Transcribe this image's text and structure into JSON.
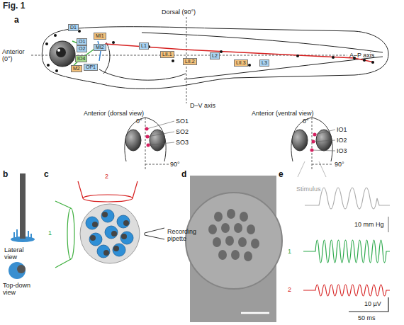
{
  "diagram": {
    "title": "Fig. 1",
    "nodes": [
      {
        "text": [
          "D1"
        ]
      },
      {
        "text": [
          "MI1"
        ]
      },
      {
        "text": [
          "O1"
        ]
      },
      {
        "text": [
          "O2"
        ]
      },
      {
        "text": [
          "MI2"
        ]
      },
      {
        "text": [
          "IO4"
        ]
      },
      {
        "text": [
          "M2"
        ]
      },
      {
        "text": [
          "OP1"
        ]
      },
      {
        "text": [
          "L1"
        ]
      },
      {
        "text": [
          "LII.1"
        ]
      },
      {
        "text": [
          "LII.2"
        ]
      },
      {
        "text": [
          "L2"
        ]
      },
      {
        "text": [
          "LII.3"
        ]
      },
      {
        "text": [
          "L3"
        ]
      }
    ],
    "labels": [
      "a",
      "Dorsal (90°)",
      "Anterior (0°)",
      "A–P axis",
      "D–V axis",
      "Anterior (dorsal view)",
      "0°",
      "90°",
      "SO1",
      "SO2",
      "SO3",
      "Anterior (ventral view)",
      "0°",
      "90°",
      "IO1",
      "IO2",
      "IO3",
      "b",
      "Lateral view",
      "Top-down view",
      "c",
      "2",
      "1",
      "Recording pipette",
      "d",
      "e",
      "Stimulus",
      "10 mm Hg",
      "1",
      "2",
      "10 µV",
      "50 ms"
    ]
  }
}
